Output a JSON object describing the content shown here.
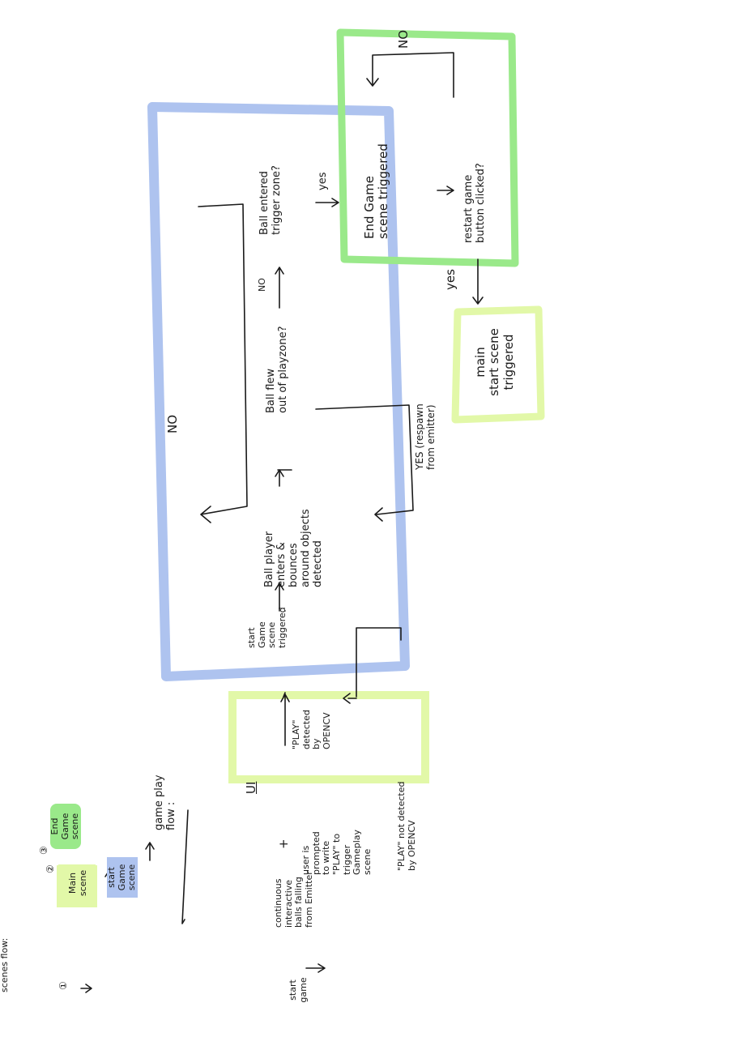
{
  "colors": {
    "blue": "#aec3ef",
    "lime": "#e2f8a8",
    "green": "#9ae98a",
    "ink": "#1a1a1a"
  },
  "legend": {
    "title": "scenes flow:",
    "n1": "①",
    "main_scene": "Main\nscene",
    "n2": "②",
    "start_scene": "start\nGame\nscene",
    "n3": "③",
    "end_scene": "End Game\nscene"
  },
  "flow_title": "game play\nflow :",
  "nodes": {
    "start_game": "start\ngame",
    "ui_heading": "UI",
    "ui_balls": "continuous\ninteractive\nballs falling\nfrom Emitter",
    "plus": "+",
    "ui_prompt": "user is\nprompted\nto write\n\"PLAY\" to\ntrigger\nGameplay\nscene",
    "play_detected": "\"PLAY\"\ndetected\nby\nOPENCV",
    "play_not_detected": "\"PLAY\" not detected\nby OPENCV",
    "start_scene_triggered": "start\nGame\nscene\ntriggered",
    "ball_player": "Ball player\nenters &\nbounces\naround objects\ndetected",
    "flew_out": "Ball flew\nout of playzone?",
    "yes_respawn": "YES (respawn\nfrom emitter)",
    "no_left": "NO",
    "no_mid": "NO",
    "trigger_zone": "Ball entered\ntrigger zone?",
    "yes_trigger": "yes",
    "end_triggered": "End Game\nscene triggered",
    "restart": "restart game\nbutton clicked?",
    "no_top": "NO",
    "yes_restart": "yes",
    "main_triggered": "main\nstart scene\ntriggered"
  }
}
